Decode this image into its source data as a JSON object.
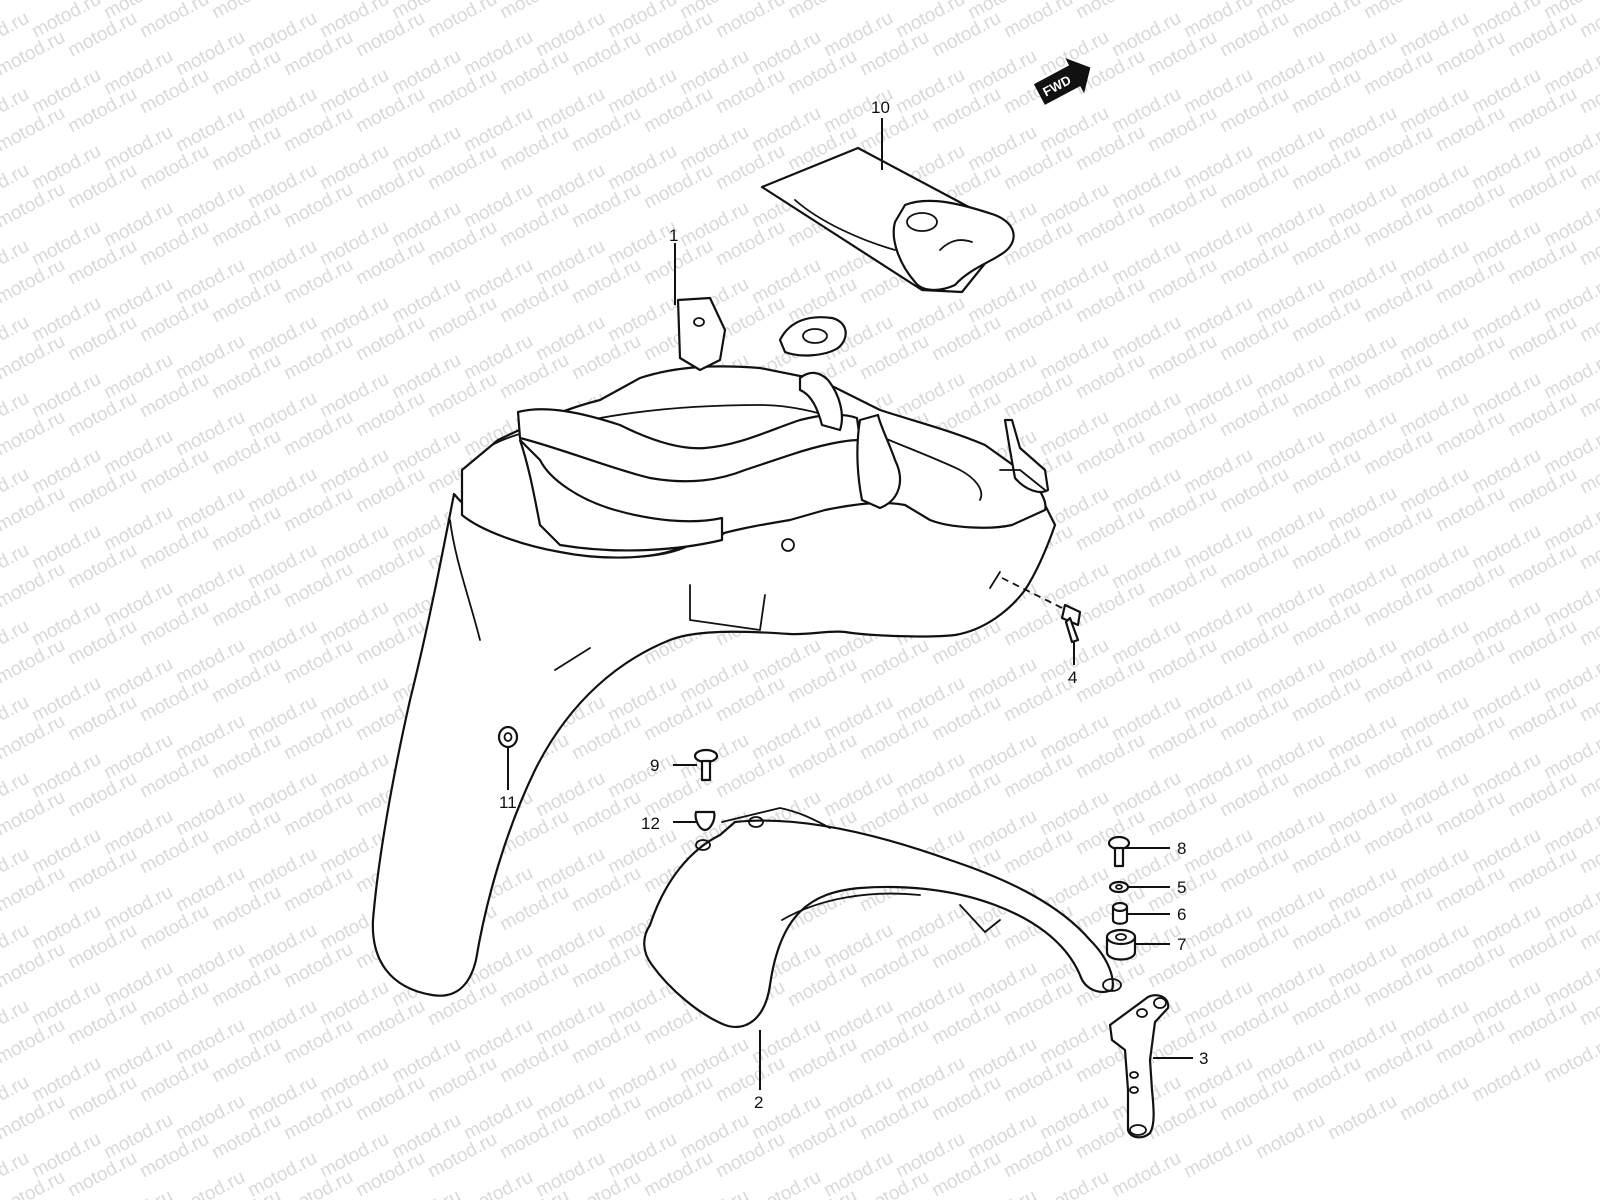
{
  "watermark": "motod.ru",
  "fwd_label": "FWD",
  "callouts": {
    "p1": "1",
    "p2": "2",
    "p3": "3",
    "p4": "4",
    "p5": "5",
    "p6": "6",
    "p7": "7",
    "p8": "8",
    "p9": "9",
    "p10": "10",
    "p11": "11",
    "p12": "12"
  },
  "colors": {
    "line": "#111111",
    "watermark": "#d9d9d9",
    "background": "#ffffff"
  }
}
